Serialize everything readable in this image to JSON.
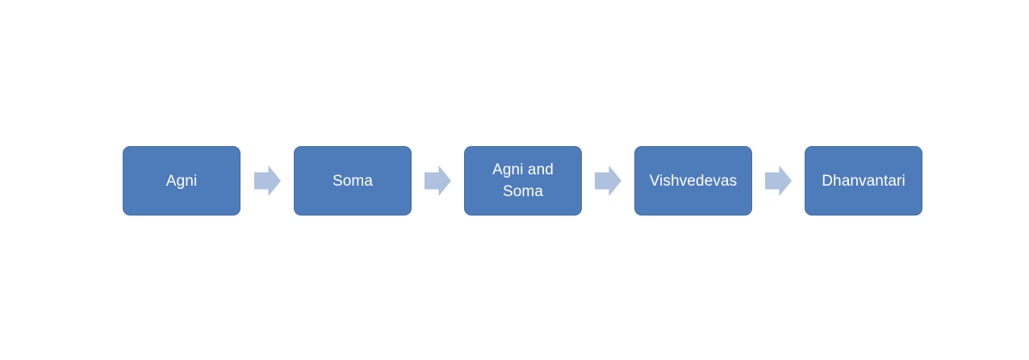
{
  "diagram": {
    "type": "horizontal-process-flow",
    "nodes": [
      {
        "label": "Agni"
      },
      {
        "label": "Soma"
      },
      {
        "label": "Agni and Soma"
      },
      {
        "label": "Vishvedevas"
      },
      {
        "label": "Dhanvantari"
      }
    ],
    "connector": "right-block-arrow",
    "connector_count": 4
  },
  "colors": {
    "node-fill": "#4e7cba",
    "node-border": "#466ca3",
    "node-text": "#ffffff",
    "arrow-fill": "#aec1de",
    "background": "#ffffff"
  }
}
